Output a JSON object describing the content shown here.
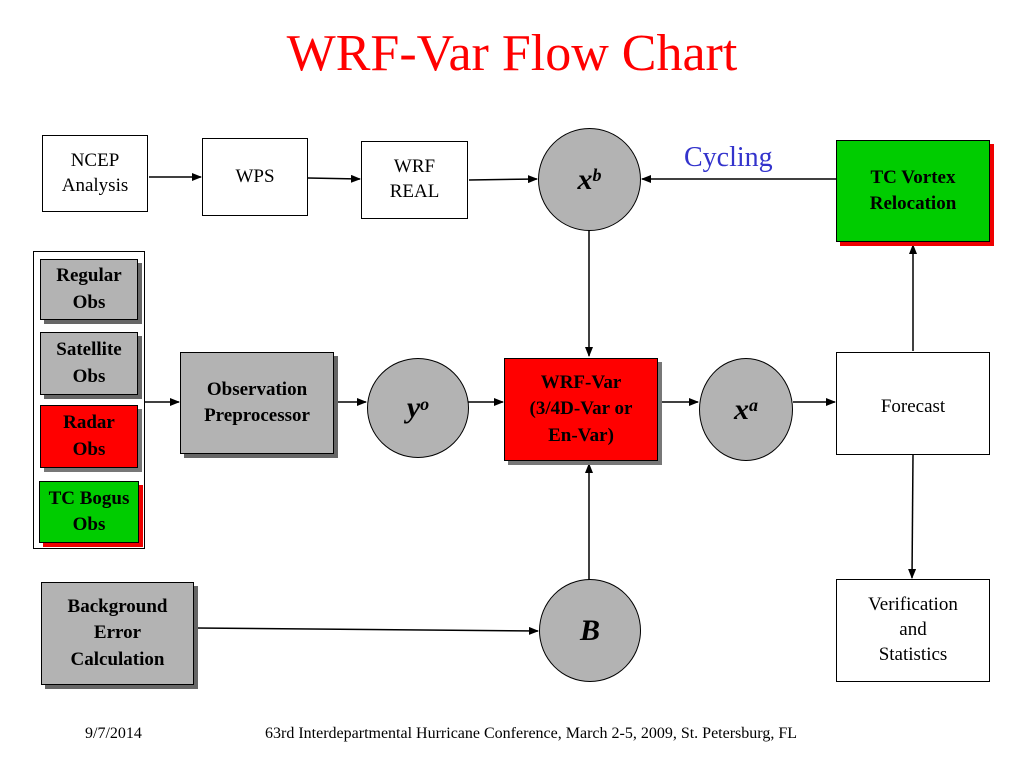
{
  "slide": {
    "title": "WRF-Var Flow Chart",
    "cycling_label": "Cycling",
    "footer_date": "9/7/2014",
    "footer_text": "63rd Interdepartmental Hurricane Conference, March 2-5, 2009, St. Petersburg, FL"
  },
  "colors": {
    "title": "#ff0000",
    "cycling": "#3333cc",
    "gray_node": "#b3b3b3",
    "red_node": "#ff0000",
    "green_node": "#00cc00"
  },
  "nodes": {
    "ncep": "NCEP\nAnalysis",
    "wps": "WPS",
    "wrf_real": "WRF\nREAL",
    "xb": {
      "base": "x",
      "sup": "b"
    },
    "tc_vortex": "TC Vortex\nRelocation",
    "regular_obs": "Regular\nObs",
    "satellite_obs": "Satellite\nObs",
    "radar_obs": "Radar\nObs",
    "tc_bogus_obs": "TC Bogus\nObs",
    "obs_preprocessor": "Observation\nPreprocessor",
    "yo": {
      "base": "y",
      "sup": "o"
    },
    "wrf_var": "WRF-Var\n(3/4D-Var or\nEn-Var)",
    "xa": {
      "base": "x",
      "sup": "a"
    },
    "forecast": "Forecast",
    "background_error": "Background\nError\nCalculation",
    "b": {
      "base": "B",
      "sup": ""
    },
    "verification": "Verification\nand\nStatistics"
  },
  "edges": [
    {
      "from": "ncep",
      "to": "wps"
    },
    {
      "from": "wps",
      "to": "wrf_real"
    },
    {
      "from": "wrf_real",
      "to": "xb"
    },
    {
      "from": "tc_vortex",
      "to": "xb",
      "label": "Cycling"
    },
    {
      "from": "xb",
      "to": "wrf_var"
    },
    {
      "from": "obs_group",
      "to": "obs_preprocessor"
    },
    {
      "from": "obs_preprocessor",
      "to": "yo"
    },
    {
      "from": "yo",
      "to": "wrf_var"
    },
    {
      "from": "wrf_var",
      "to": "xa"
    },
    {
      "from": "xa",
      "to": "forecast"
    },
    {
      "from": "forecast",
      "to": "tc_vortex"
    },
    {
      "from": "forecast",
      "to": "verification"
    },
    {
      "from": "background_error",
      "to": "b"
    },
    {
      "from": "b",
      "to": "wrf_var"
    }
  ]
}
